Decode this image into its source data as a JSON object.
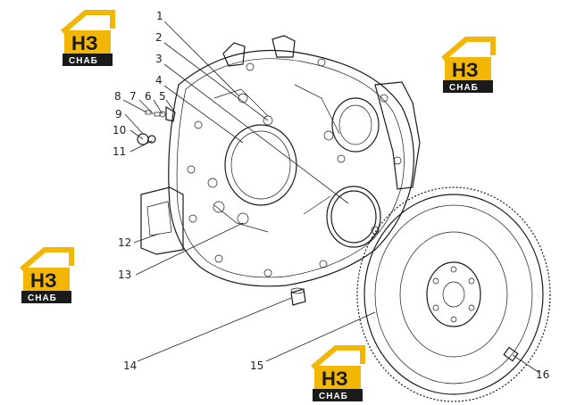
{
  "callouts": [
    {
      "id": 1,
      "text": "1"
    },
    {
      "id": 2,
      "text": "2"
    },
    {
      "id": 3,
      "text": "3"
    },
    {
      "id": 4,
      "text": "4"
    },
    {
      "id": 5,
      "text": "5"
    },
    {
      "id": 6,
      "text": "6"
    },
    {
      "id": 7,
      "text": "7"
    },
    {
      "id": 8,
      "text": "8"
    },
    {
      "id": 9,
      "text": "9"
    },
    {
      "id": 10,
      "text": "10"
    },
    {
      "id": 11,
      "text": "11"
    },
    {
      "id": 12,
      "text": "12"
    },
    {
      "id": 13,
      "text": "13"
    },
    {
      "id": 14,
      "text": "14"
    },
    {
      "id": 15,
      "text": "15"
    },
    {
      "id": 16,
      "text": "16"
    }
  ],
  "watermark": {
    "main": "НЗ",
    "sub": "СНАБ"
  },
  "colors": {
    "logo_yellow": "#f2b705",
    "logo_black": "#1a1a1a",
    "ink": "#1a1a1a"
  }
}
